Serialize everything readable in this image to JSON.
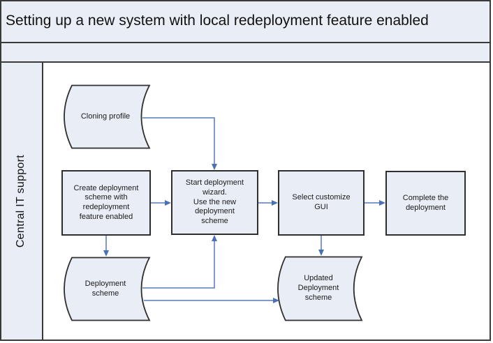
{
  "window": {
    "title": "Setting up a new system with local redeployment feature enabled"
  },
  "lane": {
    "label": "Central IT support"
  },
  "nodes": {
    "cloning_profile": {
      "label": "Cloning profile",
      "shape": "stored-data"
    },
    "create_scheme": {
      "label": "Create deployment\nscheme with\nredeployment\nfeature enabled",
      "shape": "process"
    },
    "start_wizard": {
      "label": "Start deployment\nwizard.\nUse the new\ndeployment\nscheme",
      "shape": "process"
    },
    "select_gui": {
      "label": "Select customize\nGUI",
      "shape": "process"
    },
    "complete_deployment": {
      "label": "Complete the\ndeployment",
      "shape": "process"
    },
    "deployment_scheme": {
      "label": "Deployment\nscheme",
      "shape": "stored-data"
    },
    "updated_scheme": {
      "label": "Updated\nDeployment\nscheme",
      "shape": "stored-data"
    }
  },
  "edges": [
    {
      "from": "cloning_profile",
      "to": "start_wizard"
    },
    {
      "from": "create_scheme",
      "to": "start_wizard"
    },
    {
      "from": "start_wizard",
      "to": "select_gui"
    },
    {
      "from": "select_gui",
      "to": "complete_deployment"
    },
    {
      "from": "create_scheme",
      "to": "deployment_scheme"
    },
    {
      "from": "deployment_scheme",
      "to": "start_wizard"
    },
    {
      "from": "deployment_scheme",
      "to": "updated_scheme"
    },
    {
      "from": "select_gui",
      "to": "updated_scheme"
    }
  ],
  "colors": {
    "shape_fill": "#e9edf6",
    "frame_border": "#3a3a3a",
    "shape_border": "#2e2e2e",
    "arrow": "#5379c1"
  }
}
